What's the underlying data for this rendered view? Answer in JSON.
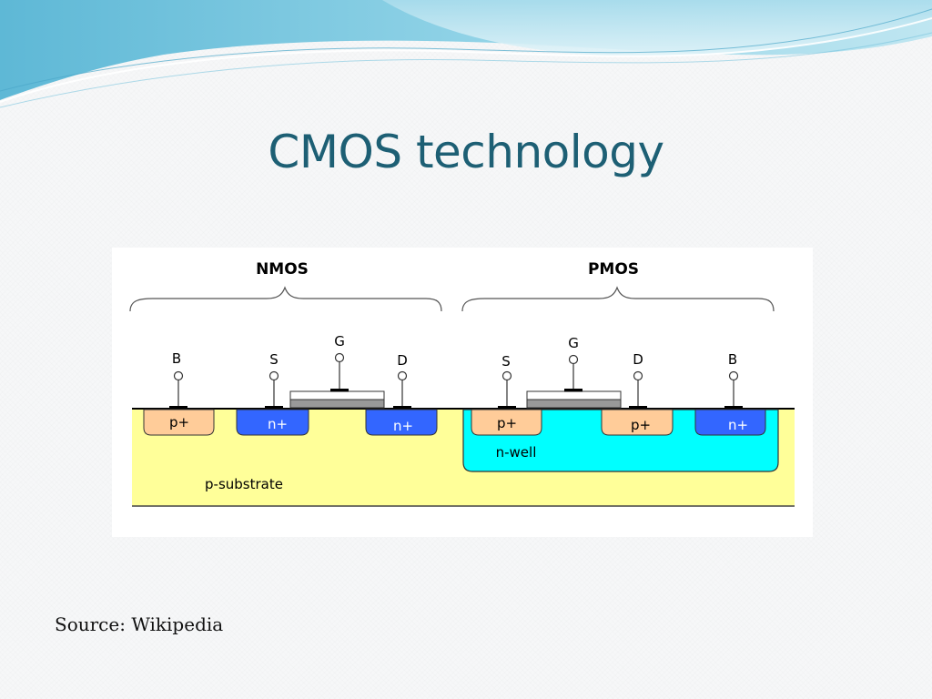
{
  "slide": {
    "title": "CMOS technology",
    "source": "Source: Wikipedia"
  },
  "diagram": {
    "nmos": {
      "heading": "NMOS",
      "terminals": {
        "body": "B",
        "source": "S",
        "gate": "G",
        "drain": "D"
      },
      "regions": {
        "body_contact": "p+",
        "source": "n+",
        "drain": "n+"
      }
    },
    "pmos": {
      "heading": "PMOS",
      "terminals": {
        "source": "S",
        "gate": "G",
        "drain": "D",
        "body": "B"
      },
      "regions": {
        "source": "p+",
        "drain": "p+",
        "body_contact": "n+"
      }
    },
    "substrate_label": "p-substrate",
    "well_label": "n-well",
    "colors": {
      "p_substrate": "#ffff99",
      "n_well": "#00ffff",
      "p_plus": "#ffcc99",
      "n_plus": "#3366ff",
      "gate_top": "#ffffff",
      "gate_oxide": "#999999",
      "title": "#1d5f74"
    }
  }
}
